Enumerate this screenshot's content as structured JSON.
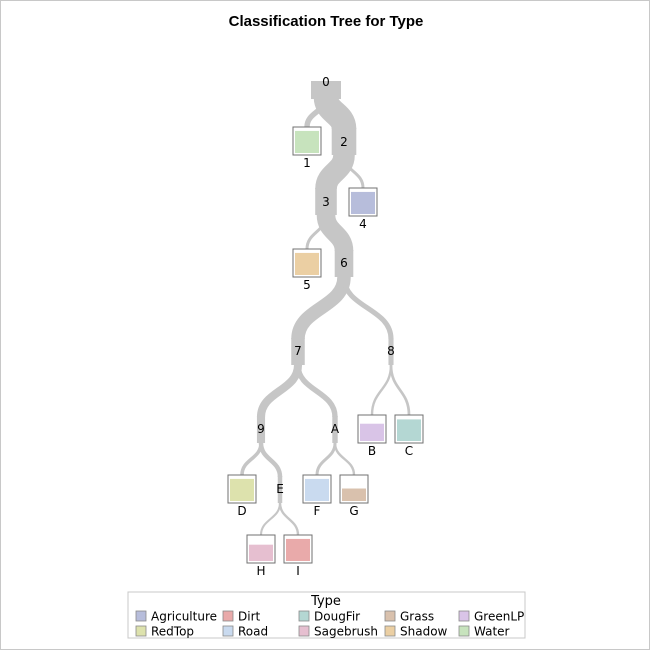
{
  "title": "Classification Tree for Type",
  "nodes": [
    {
      "id": "0",
      "kind": "split"
    },
    {
      "id": "1",
      "kind": "leaf",
      "class": "Water",
      "purity": 0.92
    },
    {
      "id": "2",
      "kind": "split"
    },
    {
      "id": "3",
      "kind": "split"
    },
    {
      "id": "4",
      "kind": "leaf",
      "class": "Agriculture",
      "purity": 0.92
    },
    {
      "id": "5",
      "kind": "leaf",
      "class": "Shadow",
      "purity": 0.92
    },
    {
      "id": "6",
      "kind": "split"
    },
    {
      "id": "7",
      "kind": "split"
    },
    {
      "id": "8",
      "kind": "split"
    },
    {
      "id": "9",
      "kind": "split"
    },
    {
      "id": "A",
      "kind": "split"
    },
    {
      "id": "B",
      "kind": "leaf",
      "class": "GreenLP",
      "purity": 0.72
    },
    {
      "id": "C",
      "kind": "leaf",
      "class": "DougFir",
      "purity": 0.9
    },
    {
      "id": "D",
      "kind": "leaf",
      "class": "RedTop",
      "purity": 0.92
    },
    {
      "id": "E",
      "kind": "split"
    },
    {
      "id": "F",
      "kind": "leaf",
      "class": "Road",
      "purity": 0.92
    },
    {
      "id": "G",
      "kind": "leaf",
      "class": "Grass",
      "purity": 0.52
    },
    {
      "id": "H",
      "kind": "leaf",
      "class": "Sagebrush",
      "purity": 0.68
    },
    {
      "id": "I",
      "kind": "leaf",
      "class": "Dirt",
      "purity": 0.92
    }
  ],
  "edges": [
    {
      "from": "0",
      "to": "1",
      "weight": 0.18
    },
    {
      "from": "0",
      "to": "2",
      "weight": 0.82
    },
    {
      "from": "2",
      "to": "3",
      "weight": 0.72
    },
    {
      "from": "2",
      "to": "4",
      "weight": 0.1
    },
    {
      "from": "3",
      "to": "5",
      "weight": 0.1
    },
    {
      "from": "3",
      "to": "6",
      "weight": 0.62
    },
    {
      "from": "6",
      "to": "7",
      "weight": 0.45
    },
    {
      "from": "6",
      "to": "8",
      "weight": 0.17
    },
    {
      "from": "7",
      "to": "9",
      "weight": 0.27
    },
    {
      "from": "7",
      "to": "A",
      "weight": 0.18
    },
    {
      "from": "8",
      "to": "B",
      "weight": 0.08
    },
    {
      "from": "8",
      "to": "C",
      "weight": 0.09
    },
    {
      "from": "9",
      "to": "D",
      "weight": 0.12
    },
    {
      "from": "9",
      "to": "E",
      "weight": 0.15
    },
    {
      "from": "A",
      "to": "F",
      "weight": 0.1
    },
    {
      "from": "A",
      "to": "G",
      "weight": 0.08
    },
    {
      "from": "E",
      "to": "H",
      "weight": 0.07
    },
    {
      "from": "E",
      "to": "I",
      "weight": 0.08
    }
  ],
  "legend": {
    "title": "Type",
    "items": [
      {
        "label": "Agriculture",
        "color": "#b7bddb"
      },
      {
        "label": "Dirt",
        "color": "#e9aaaa"
      },
      {
        "label": "DougFir",
        "color": "#b4d7d3"
      },
      {
        "label": "Grass",
        "color": "#d9c1ad"
      },
      {
        "label": "GreenLP",
        "color": "#d9c4e7"
      },
      {
        "label": "RedTop",
        "color": "#dde2ad"
      },
      {
        "label": "Road",
        "color": "#c9daef"
      },
      {
        "label": "Sagebrush",
        "color": "#e6bfd0"
      },
      {
        "label": "Shadow",
        "color": "#ebcfa3"
      },
      {
        "label": "Water",
        "color": "#c7e3bd"
      }
    ]
  },
  "colors": {
    "branch": "#c6c6c6",
    "leaf_border": "#707070",
    "legend_border": "#c8c8c8"
  }
}
